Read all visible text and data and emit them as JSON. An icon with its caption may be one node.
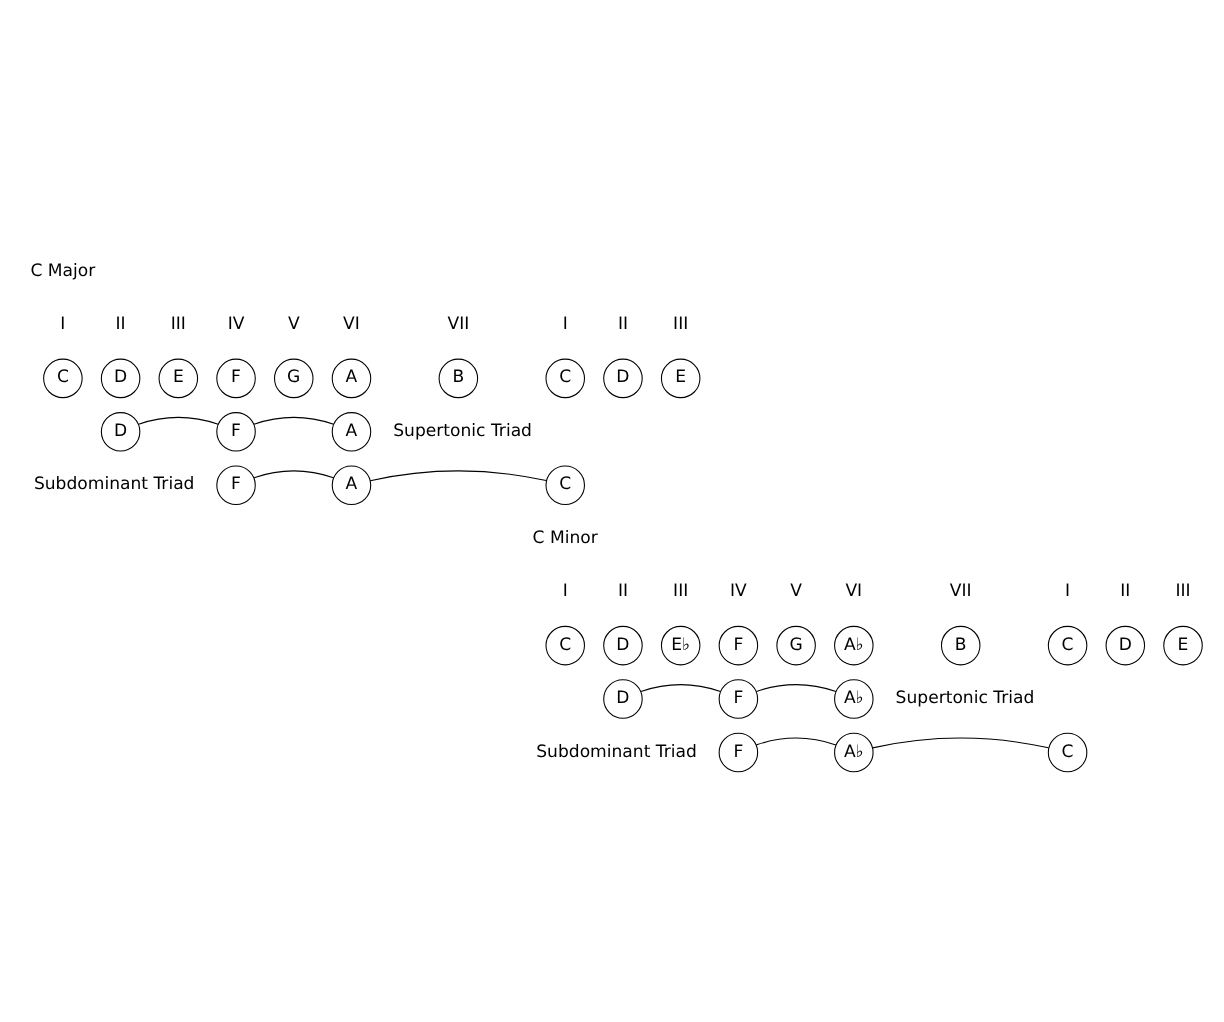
{
  "diagram": {
    "nodes": [
      {
        "text": [
          "C"
        ],
        "beside": [
          "I"
        ]
      },
      {
        "text": [
          "D"
        ],
        "beside": [
          "II"
        ]
      },
      {
        "text": [
          "E"
        ],
        "beside": [
          "III"
        ]
      },
      {
        "text": [
          "F"
        ],
        "beside": [
          "IV"
        ]
      },
      {
        "text": [
          "G"
        ],
        "beside": [
          "V"
        ]
      },
      {
        "text": [
          "A"
        ],
        "beside": [
          "VI"
        ]
      },
      {
        "text": [
          "B"
        ],
        "beside": [
          "VII"
        ]
      },
      {
        "text": [
          "C"
        ],
        "beside": [
          "I"
        ]
      },
      {
        "text": [
          "D"
        ],
        "beside": [
          "II"
        ]
      },
      {
        "text": [
          "E"
        ],
        "beside": [
          "III"
        ]
      },
      {
        "text": [
          "D"
        ]
      },
      {
        "text": [
          "F"
        ]
      },
      {
        "text": [
          "A"
        ],
        "beside": [
          "Supertonic Triad"
        ]
      },
      {
        "text": [
          "F"
        ],
        "beside": [
          "Subdominant Triad"
        ]
      },
      {
        "text": [
          "A"
        ]
      },
      {
        "text": [
          "C"
        ]
      },
      {
        "text": [
          "C"
        ],
        "beside": [
          "I"
        ]
      },
      {
        "text": [
          "D"
        ],
        "beside": [
          "II"
        ]
      },
      {
        "text": [
          "E♭"
        ],
        "beside": [
          "III"
        ]
      },
      {
        "text": [
          "F"
        ],
        "beside": [
          "IV"
        ]
      },
      {
        "text": [
          "G"
        ],
        "beside": [
          "V"
        ]
      },
      {
        "text": [
          "A♭"
        ],
        "beside": [
          "VI"
        ]
      },
      {
        "text": [
          "B"
        ],
        "beside": [
          "VII"
        ]
      },
      {
        "text": [
          "C"
        ],
        "beside": [
          "I"
        ]
      },
      {
        "text": [
          "D"
        ],
        "beside": [
          "II"
        ]
      },
      {
        "text": [
          "E"
        ],
        "beside": [
          "III"
        ]
      },
      {
        "text": [
          "D"
        ]
      },
      {
        "text": [
          "F"
        ]
      },
      {
        "text": [
          "A♭"
        ],
        "beside": [
          "Supertonic Triad"
        ]
      },
      {
        "text": [
          "F"
        ],
        "beside": [
          "Subdominant Triad"
        ]
      },
      {
        "text": [
          "A♭"
        ]
      },
      {
        "text": [
          "C"
        ]
      }
    ],
    "edges": [
      {
        "from": 10,
        "to": 11,
        "arrow": "none"
      },
      {
        "from": 11,
        "to": 12,
        "arrow": "none"
      },
      {
        "from": 13,
        "to": 14,
        "arrow": "none"
      },
      {
        "from": 14,
        "to": 15,
        "arrow": "none"
      },
      {
        "from": 26,
        "to": 27,
        "arrow": "none"
      },
      {
        "from": 27,
        "to": 28,
        "arrow": "none"
      },
      {
        "from": 29,
        "to": 30,
        "arrow": "none"
      },
      {
        "from": 30,
        "to": 31,
        "arrow": "none"
      }
    ],
    "labels": [
      "C Major",
      "C Minor"
    ]
  }
}
